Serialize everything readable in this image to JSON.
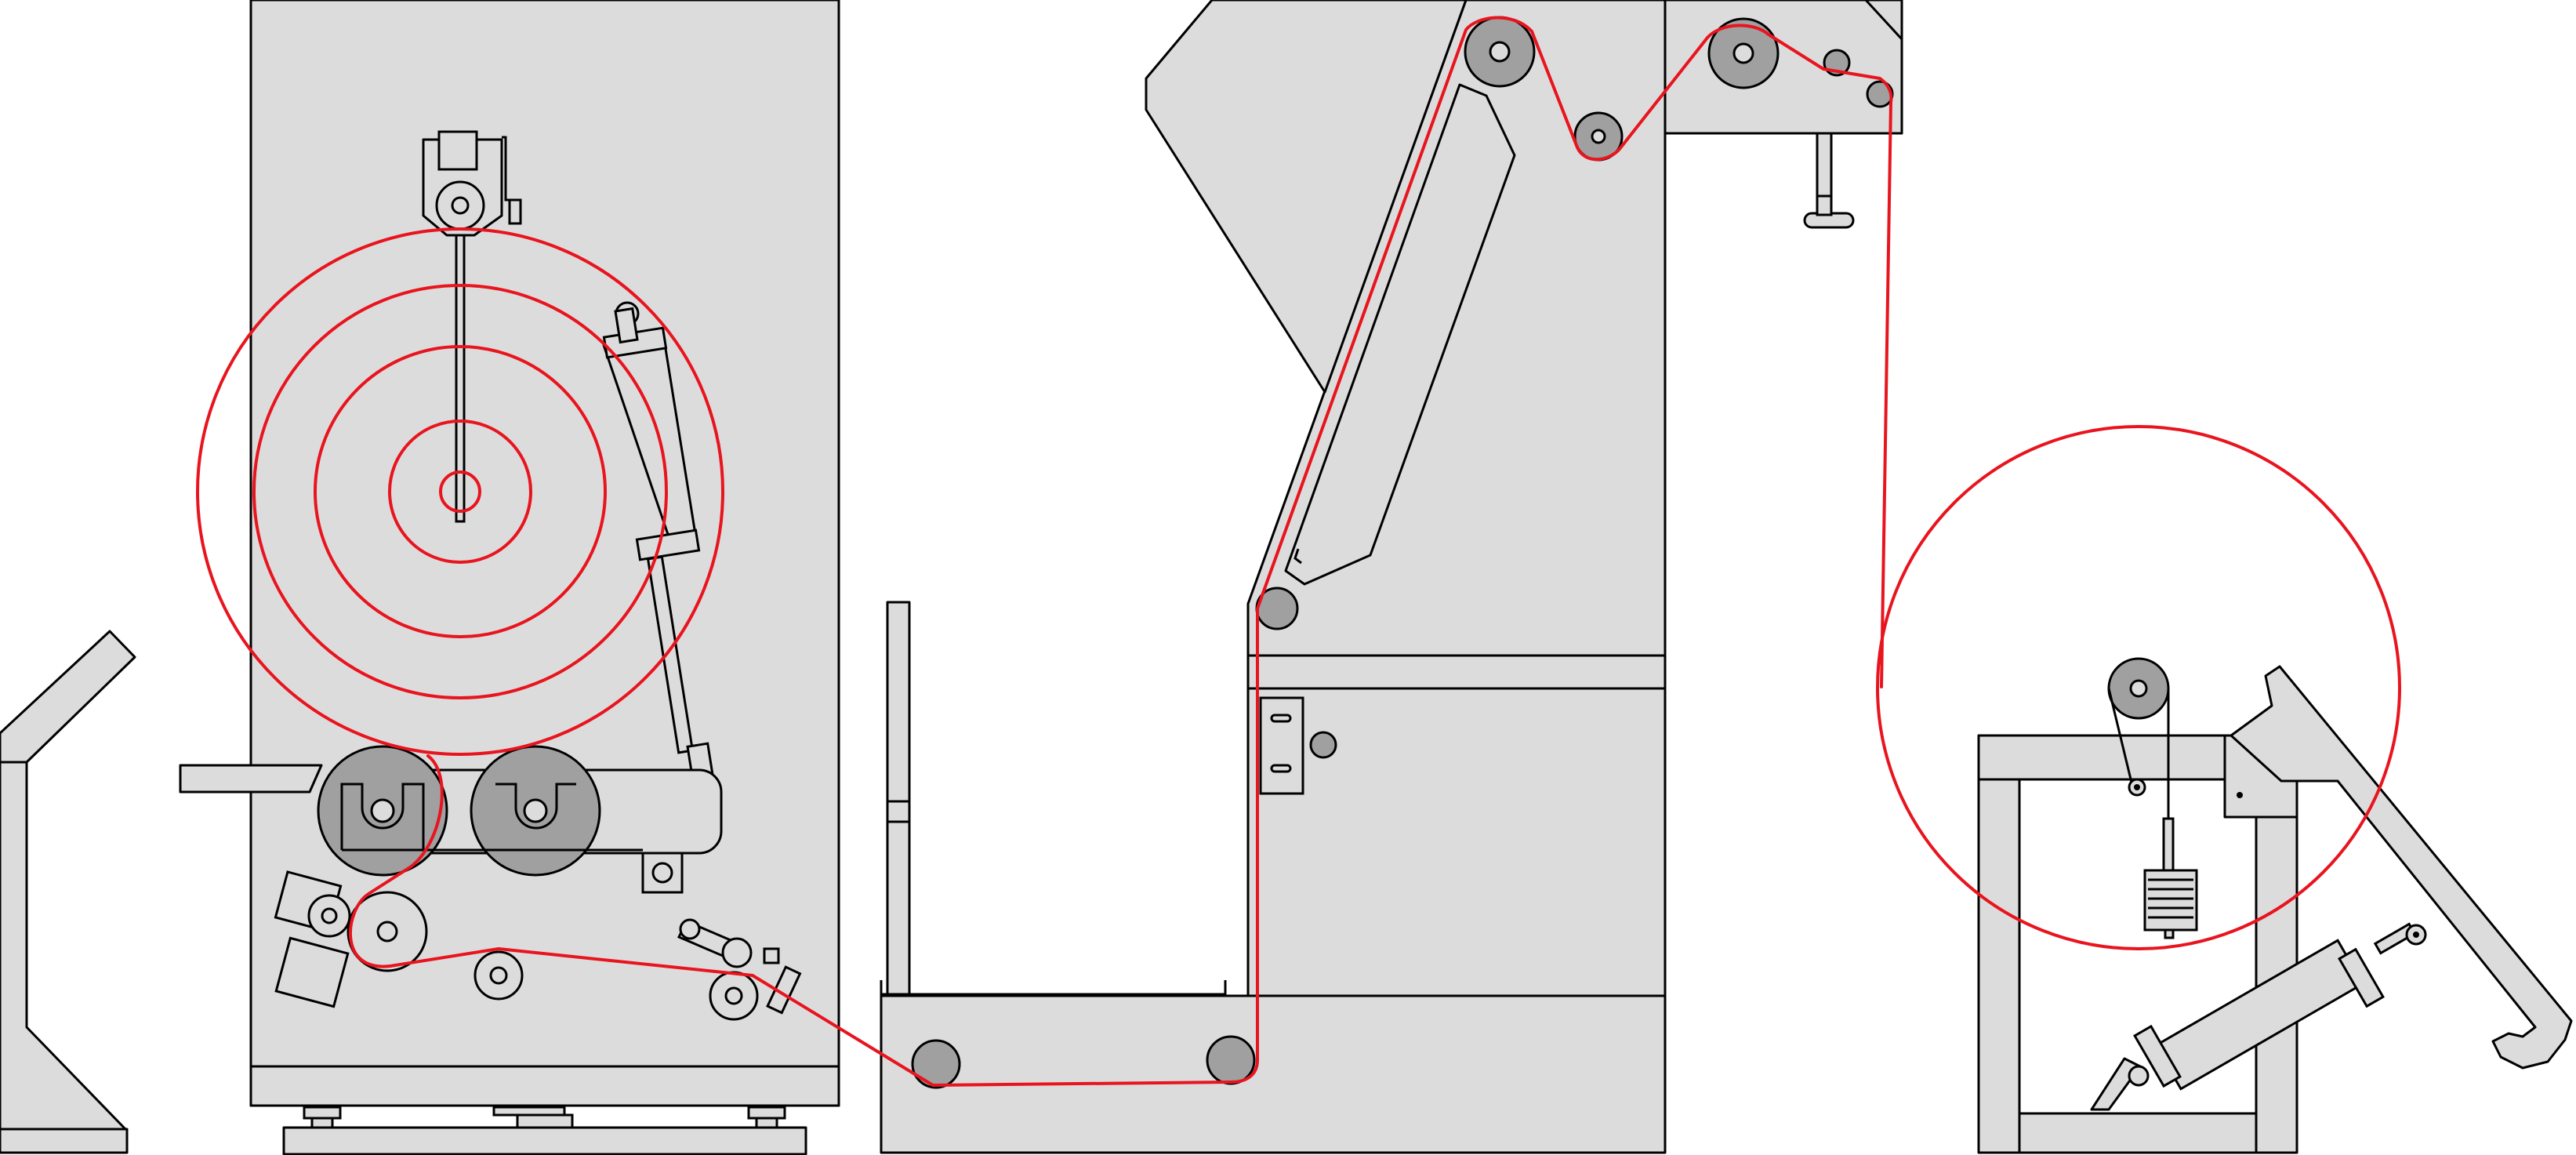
{
  "diagram": {
    "kind": "web-handling machine schematic",
    "text_labels": [],
    "colors": {
      "frame_fill": "#dcdcdc",
      "outline": "#000000",
      "roller_fill": "#a0a0a0",
      "web_path": "#e8141e",
      "background": "#ffffff"
    },
    "sections": [
      {
        "name": "unwind-stand",
        "has_roll": true,
        "roll_rings": 5
      },
      {
        "name": "accumulator-tower",
        "idler_rollers": 6
      },
      {
        "name": "rewind-stand",
        "has_roll": true,
        "roll_rings": 1
      }
    ]
  }
}
